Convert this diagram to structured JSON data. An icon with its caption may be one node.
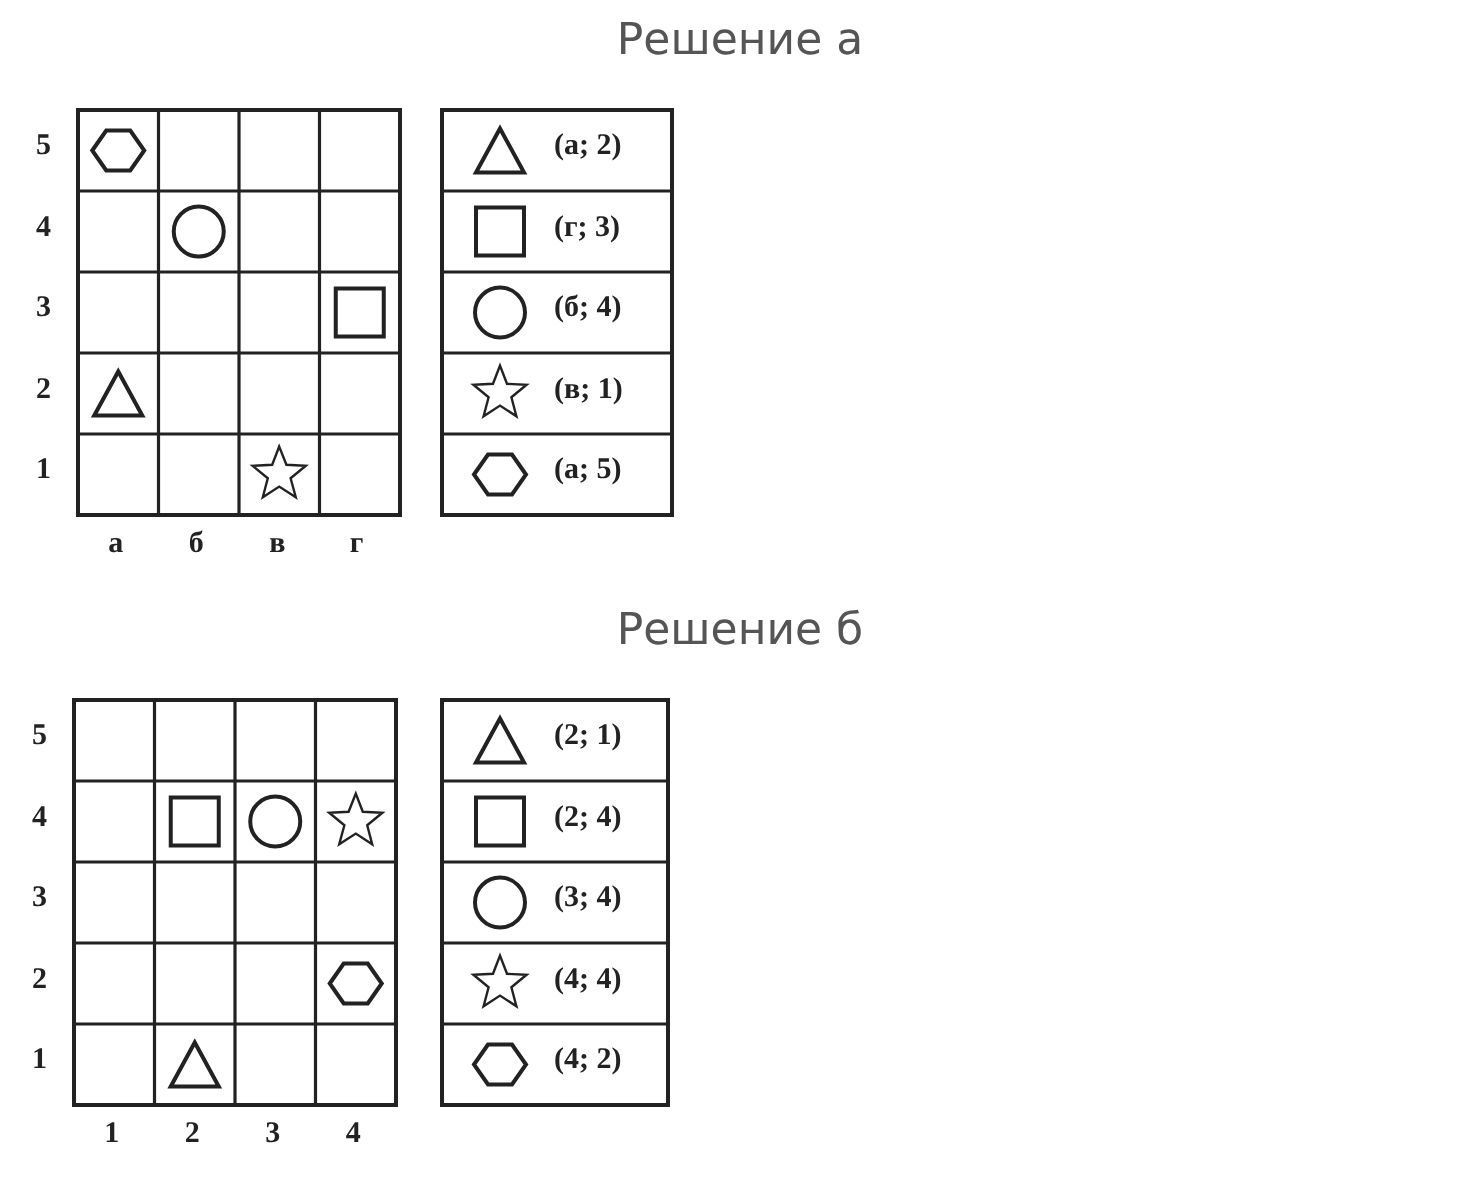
{
  "diagram": {
    "labels": [
      "Решение а",
      "5",
      "4",
      "3",
      "2",
      "1",
      "а",
      "б",
      "в",
      "г",
      "(а; 2)",
      "(г; 3)",
      "(б; 4)",
      "(в; 1)",
      "(а; 5)",
      "Решение б",
      "5",
      "4",
      "3",
      "2",
      "1",
      "1",
      "2",
      "3",
      "4",
      "(2; 1)",
      "(2; 4)",
      "(3; 4)",
      "(4; 4)",
      "(4; 2)"
    ]
  }
}
